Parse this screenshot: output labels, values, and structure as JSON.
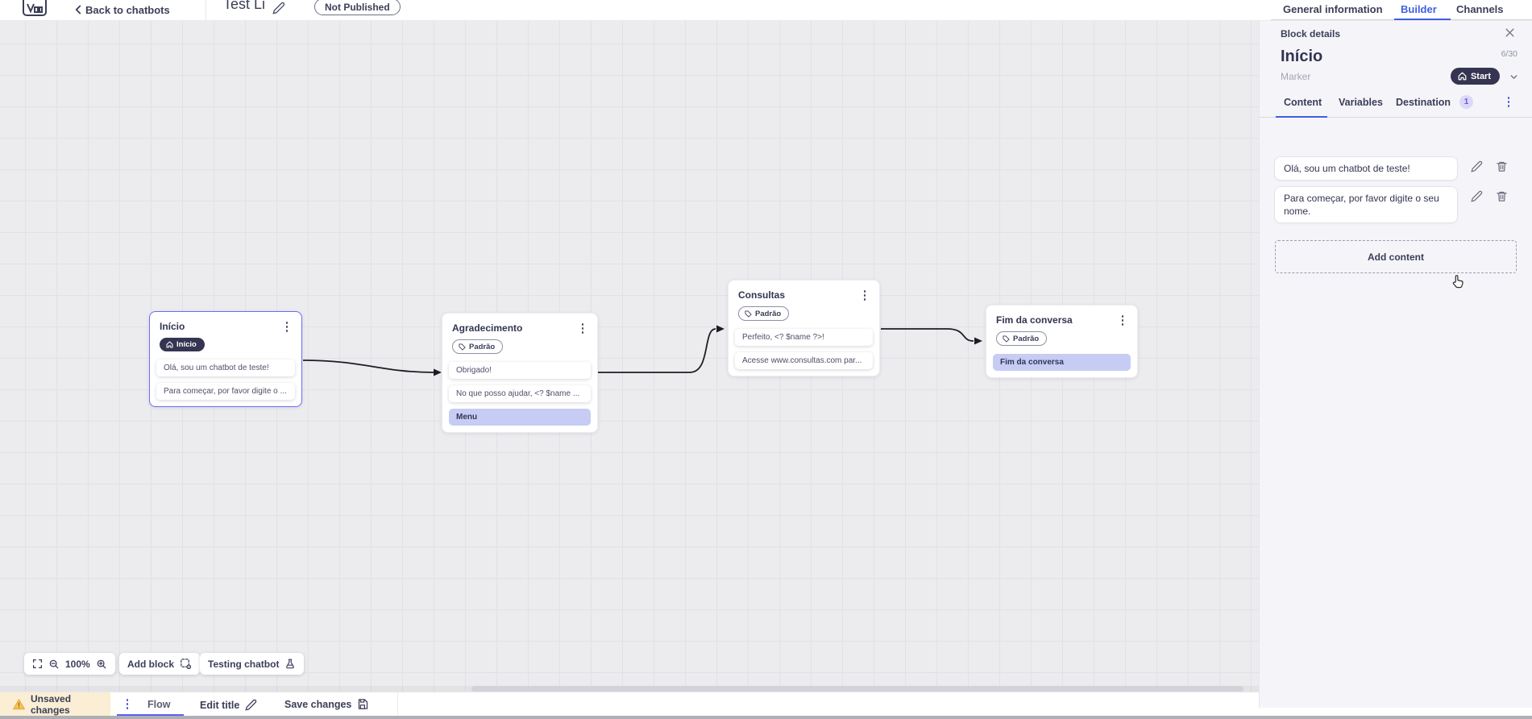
{
  "topbar": {
    "back_label": "Back to chatbots",
    "title": "Test Li",
    "status_badge": "Not Published",
    "tabs": {
      "general": "General information",
      "builder": "Builder",
      "channels": "Channels"
    }
  },
  "panel": {
    "header": "Block details",
    "block_title": "Início",
    "char_counter": "6/30",
    "marker_label": "Marker",
    "marker_value": "Start",
    "tabs": {
      "content": "Content",
      "variables": "Variables",
      "destination": "Destination",
      "destination_badge": "1"
    },
    "messages": [
      "Olá, sou um chatbot de teste!",
      "Para começar, por favor digite o seu nome."
    ],
    "add_content_label": "Add content"
  },
  "canvas": {
    "blocks": [
      {
        "title": "Início",
        "badge": "Início",
        "items": [
          {
            "text": "Olá, sou um chatbot de teste!"
          },
          {
            "text": "Para começar, por favor digite o ..."
          }
        ]
      },
      {
        "title": "Agradecimento",
        "badge": "Padrão",
        "items": [
          {
            "text": "Obrigado!"
          },
          {
            "text": "No que posso ajudar, <? $name ..."
          },
          {
            "text": "Menu"
          }
        ]
      },
      {
        "title": "Consultas",
        "badge": "Padrão",
        "items": [
          {
            "text": "Perfeito, <? $name ?>!"
          },
          {
            "text": "Acesse www.consultas.com par..."
          }
        ]
      },
      {
        "title": "Fim da conversa",
        "badge": "Padrão",
        "items": [
          {
            "text": "Fim da conversa"
          }
        ]
      }
    ],
    "zoom_level": "100%",
    "add_block_label": "Add block",
    "testing_label": "Testing chatbot"
  },
  "bottombar": {
    "unsaved_label": "Unsaved changes",
    "flow_tab": "Flow",
    "edit_title_label": "Edit title",
    "save_label": "Save changes"
  },
  "colors": {
    "accent_blue": "#3f5fe0",
    "accent_purple": "#5d5ff2",
    "selected_border": "#6d6af8",
    "highlight_lavender": "#c6ccf4",
    "dark_pill": "#353552",
    "warning_bg": "#faeed4",
    "warning_icon": "#f0b429"
  }
}
